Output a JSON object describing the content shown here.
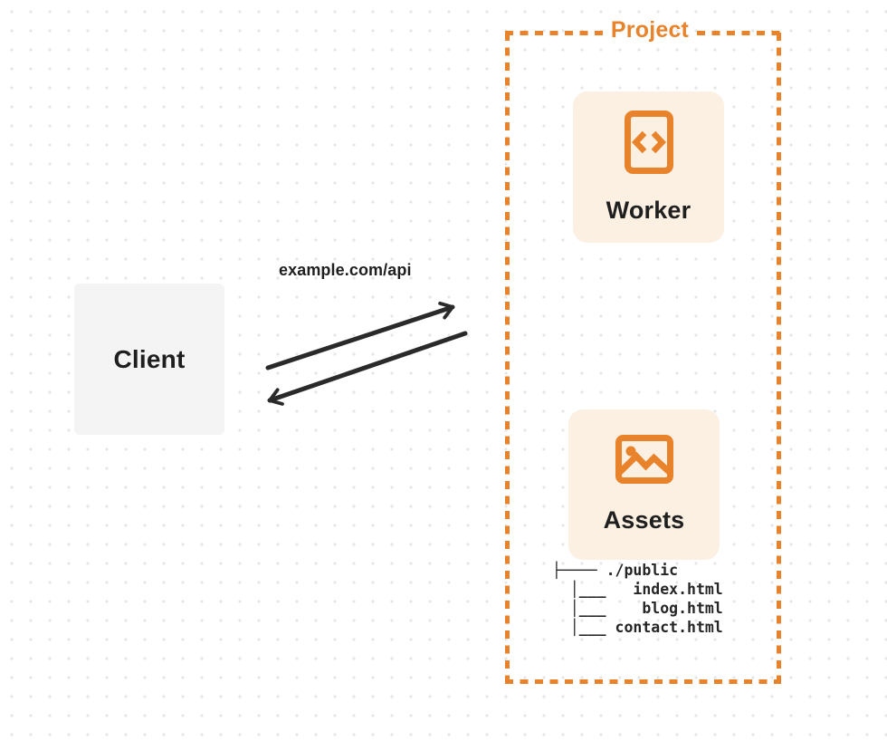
{
  "colors": {
    "accent_orange": "#E8832B",
    "card_cream": "#FBF0E2",
    "client_gray": "#F4F4F5",
    "ink": "#1F1F1F",
    "arrow_dark": "#2A2A2A",
    "dot_grid": "#E6E6E6"
  },
  "client": {
    "label": "Client"
  },
  "request": {
    "label": "example.com/api"
  },
  "project": {
    "title": "Project",
    "worker": {
      "label": "Worker",
      "icon": "code-file-icon"
    },
    "assets": {
      "label": "Assets",
      "icon": "image-icon"
    },
    "file_tree": [
      "├──── ./public",
      "  │___   index.html",
      "  │___    blog.html",
      "  │___ contact.html"
    ]
  }
}
